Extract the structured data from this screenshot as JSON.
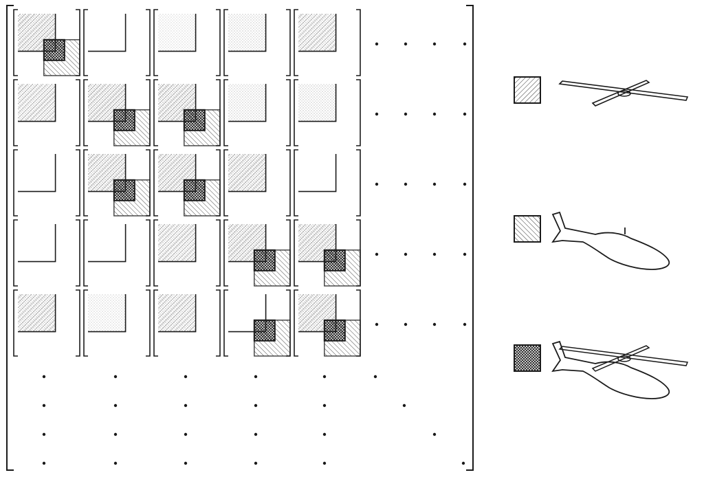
{
  "matrix": {
    "rows": 5,
    "cols": 5,
    "cells": [
      [
        {
          "a": 0.45,
          "b": 0.55,
          "ov": true,
          "fill": 1.0
        },
        {
          "a": 0.0,
          "b": 0.0,
          "ov": false,
          "fill": 0.0
        },
        {
          "a": 0.0,
          "b": 0.0,
          "ov": false,
          "fill": 0.25
        },
        {
          "a": 0.0,
          "b": 0.0,
          "ov": false,
          "fill": 0.55
        },
        {
          "a": 0.0,
          "b": 0.0,
          "ov": false,
          "fill": 0.7
        }
      ],
      [
        {
          "a": 0.0,
          "b": 0.0,
          "ov": false,
          "fill": 0.75
        },
        {
          "a": 0.45,
          "b": 0.55,
          "ov": true,
          "fill": 1.0
        },
        {
          "a": 0.45,
          "b": 0.55,
          "ov": true,
          "fill": 1.0
        },
        {
          "a": 0.0,
          "b": 0.0,
          "ov": false,
          "fill": 0.55
        },
        {
          "a": 0.0,
          "b": 0.0,
          "ov": false,
          "fill": 0.6
        }
      ],
      [
        {
          "a": 0.0,
          "b": 0.0,
          "ov": false,
          "fill": 0.0
        },
        {
          "a": 0.45,
          "b": 0.55,
          "ov": true,
          "fill": 1.0
        },
        {
          "a": 0.45,
          "b": 0.55,
          "ov": true,
          "fill": 1.0
        },
        {
          "a": 0.0,
          "b": 0.0,
          "ov": false,
          "fill": 0.9
        },
        {
          "a": 0.0,
          "b": 0.0,
          "ov": false,
          "fill": 0.0
        }
      ],
      [
        {
          "a": 0.0,
          "b": 0.0,
          "ov": false,
          "fill": 0.0
        },
        {
          "a": 0.0,
          "b": 0.0,
          "ov": false,
          "fill": 0.0
        },
        {
          "a": 0.0,
          "b": 0.0,
          "ov": false,
          "fill": 0.75
        },
        {
          "a": 0.45,
          "b": 0.55,
          "ov": true,
          "fill": 1.0
        },
        {
          "a": 0.45,
          "b": 0.55,
          "ov": true,
          "fill": 1.0
        }
      ],
      [
        {
          "a": 0.0,
          "b": 0.0,
          "ov": false,
          "fill": 0.8
        },
        {
          "a": 0.0,
          "b": 0.0,
          "ov": false,
          "fill": 0.35
        },
        {
          "a": 0.0,
          "b": 0.0,
          "ov": false,
          "fill": 0.8
        },
        {
          "a": 0.45,
          "b": 0.55,
          "ov": true,
          "fill": 0.0
        },
        {
          "a": 0.45,
          "b": 0.55,
          "ov": true,
          "fill": 1.0
        }
      ]
    ],
    "pattern_layers": {
      "rotor_only": "hatch-rotor",
      "body_only": "hatch-body",
      "combined": "hatch-combined"
    }
  },
  "legend": [
    {
      "id": "rotor",
      "pattern": "hatch-rotor",
      "icon": "rotor-blades-icon"
    },
    {
      "id": "body",
      "pattern": "hatch-body",
      "icon": "helicopter-body-icon"
    },
    {
      "id": "combined",
      "pattern": "hatch-combined",
      "icon": "helicopter-full-icon"
    }
  ],
  "colors": {
    "ink": "#1a1a1a",
    "paper": "#ffffff"
  }
}
